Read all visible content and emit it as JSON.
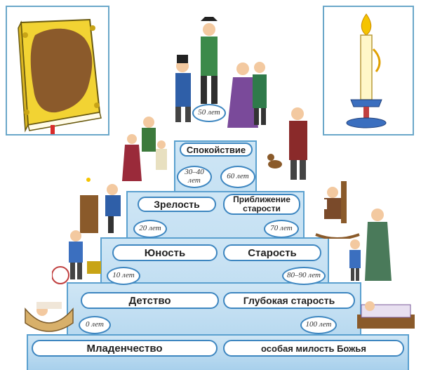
{
  "stages_left": [
    {
      "label": "Младенчество",
      "age": "0 лет"
    },
    {
      "label": "Детство",
      "age": "10 лет"
    },
    {
      "label": "Юность",
      "age": "20 лет"
    },
    {
      "label": "Зрелость",
      "age": "30–40 лет"
    }
  ],
  "stages_right": [
    {
      "label": "особая милость Божья",
      "age": "100 лет"
    },
    {
      "label": "Глубокая старость",
      "age": "80–90 лет"
    },
    {
      "label": "Старость",
      "age": "70 лет"
    },
    {
      "label": "Приближение старости",
      "age": "60 лет"
    }
  ],
  "top": {
    "label": "Спокойствие",
    "age": "50 лет"
  },
  "icons": {
    "left_frame": "book-icon",
    "right_frame": "candle-icon"
  },
  "colors": {
    "step_fill": "#a8d0ec",
    "step_border": "#5aa0cf",
    "label_border": "#3d86c0",
    "frame_border": "#6aa7c9",
    "book_cover": "#f2d333",
    "book_stain": "#8b5a2b",
    "candle_flame": "#f5c400"
  }
}
